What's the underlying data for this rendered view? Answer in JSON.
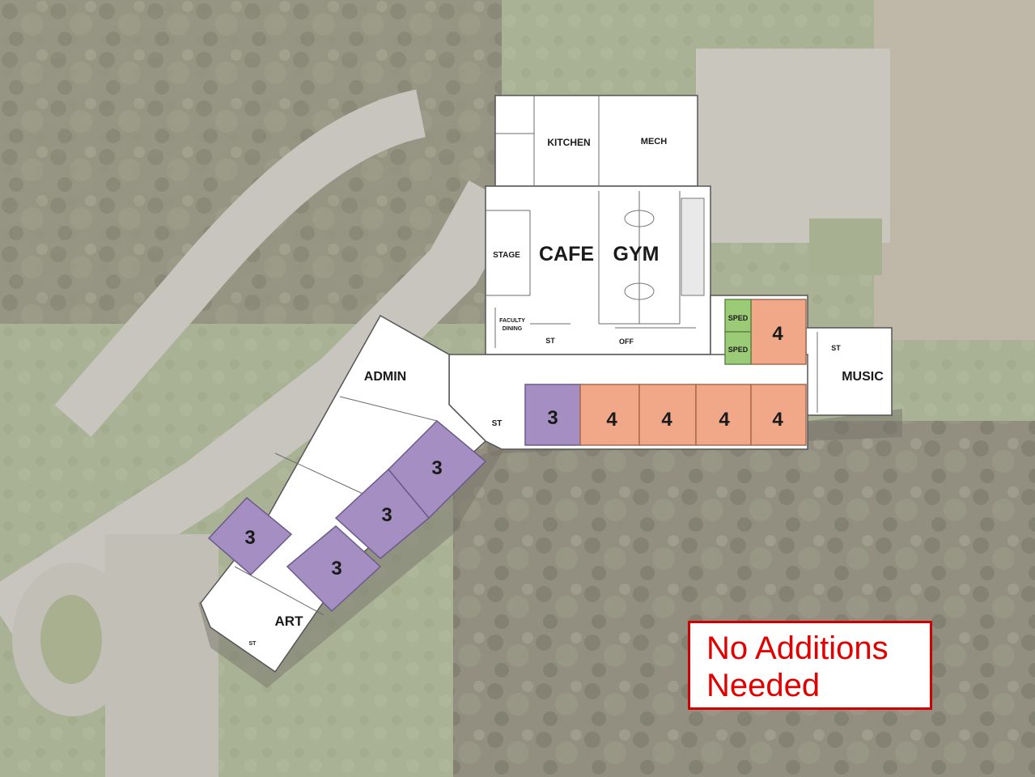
{
  "labels": {
    "kitchen": "KITCHEN",
    "mech": "MECH",
    "stage": "STAGE",
    "cafe": "CAFE",
    "gym": "GYM",
    "faculty_line1": "FACULTY",
    "faculty_line2": "DINING",
    "st": "ST",
    "off": "OFF",
    "admin": "ADMIN",
    "music": "MUSIC",
    "art": "ART",
    "sped": "SPED"
  },
  "grade_rooms": {
    "grade3": "3",
    "grade4": "4"
  },
  "callout": {
    "line1": "No Additions",
    "line2": "Needed"
  },
  "colors": {
    "grade3_fill": "#a58fc2",
    "grade4_fill": "#f0a888",
    "sped_fill": "#9ccb78",
    "callout_text": "#e00000",
    "callout_border": "#d00000"
  }
}
